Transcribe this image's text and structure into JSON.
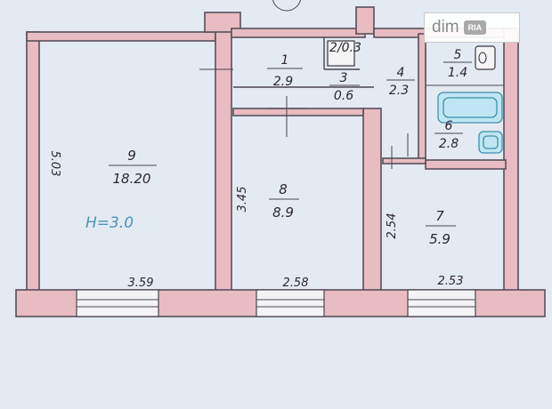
{
  "plan": {
    "rooms": [
      {
        "id": "1",
        "number": "1",
        "area": "2.9"
      },
      {
        "id": "2",
        "number": "2",
        "area": "0.3",
        "combined": "2/0.3"
      },
      {
        "id": "3",
        "number": "3",
        "area": "0.6"
      },
      {
        "id": "4",
        "number": "4",
        "area": "2.3"
      },
      {
        "id": "5",
        "number": "5",
        "area": "1.4"
      },
      {
        "id": "6",
        "number": "6",
        "area": "2.8"
      },
      {
        "id": "7",
        "number": "7",
        "area": "5.9"
      },
      {
        "id": "8",
        "number": "8",
        "area": "8.9"
      },
      {
        "id": "9",
        "number": "9",
        "area": "18.20"
      }
    ],
    "dimensions": {
      "room9_width": "3.59",
      "room9_length": "5.03",
      "room8_width": "2.58",
      "room8_length": "3.45",
      "room7_width": "2.53",
      "room7_length": "2.54"
    },
    "height_note": "H=3.0"
  },
  "watermark": {
    "text": "dim",
    "badge": "RIA"
  },
  "colors": {
    "wall_fill": "#e8bcc2",
    "line": "#4a4550",
    "note": "#4d93b8",
    "background": "#e4eaf2"
  }
}
